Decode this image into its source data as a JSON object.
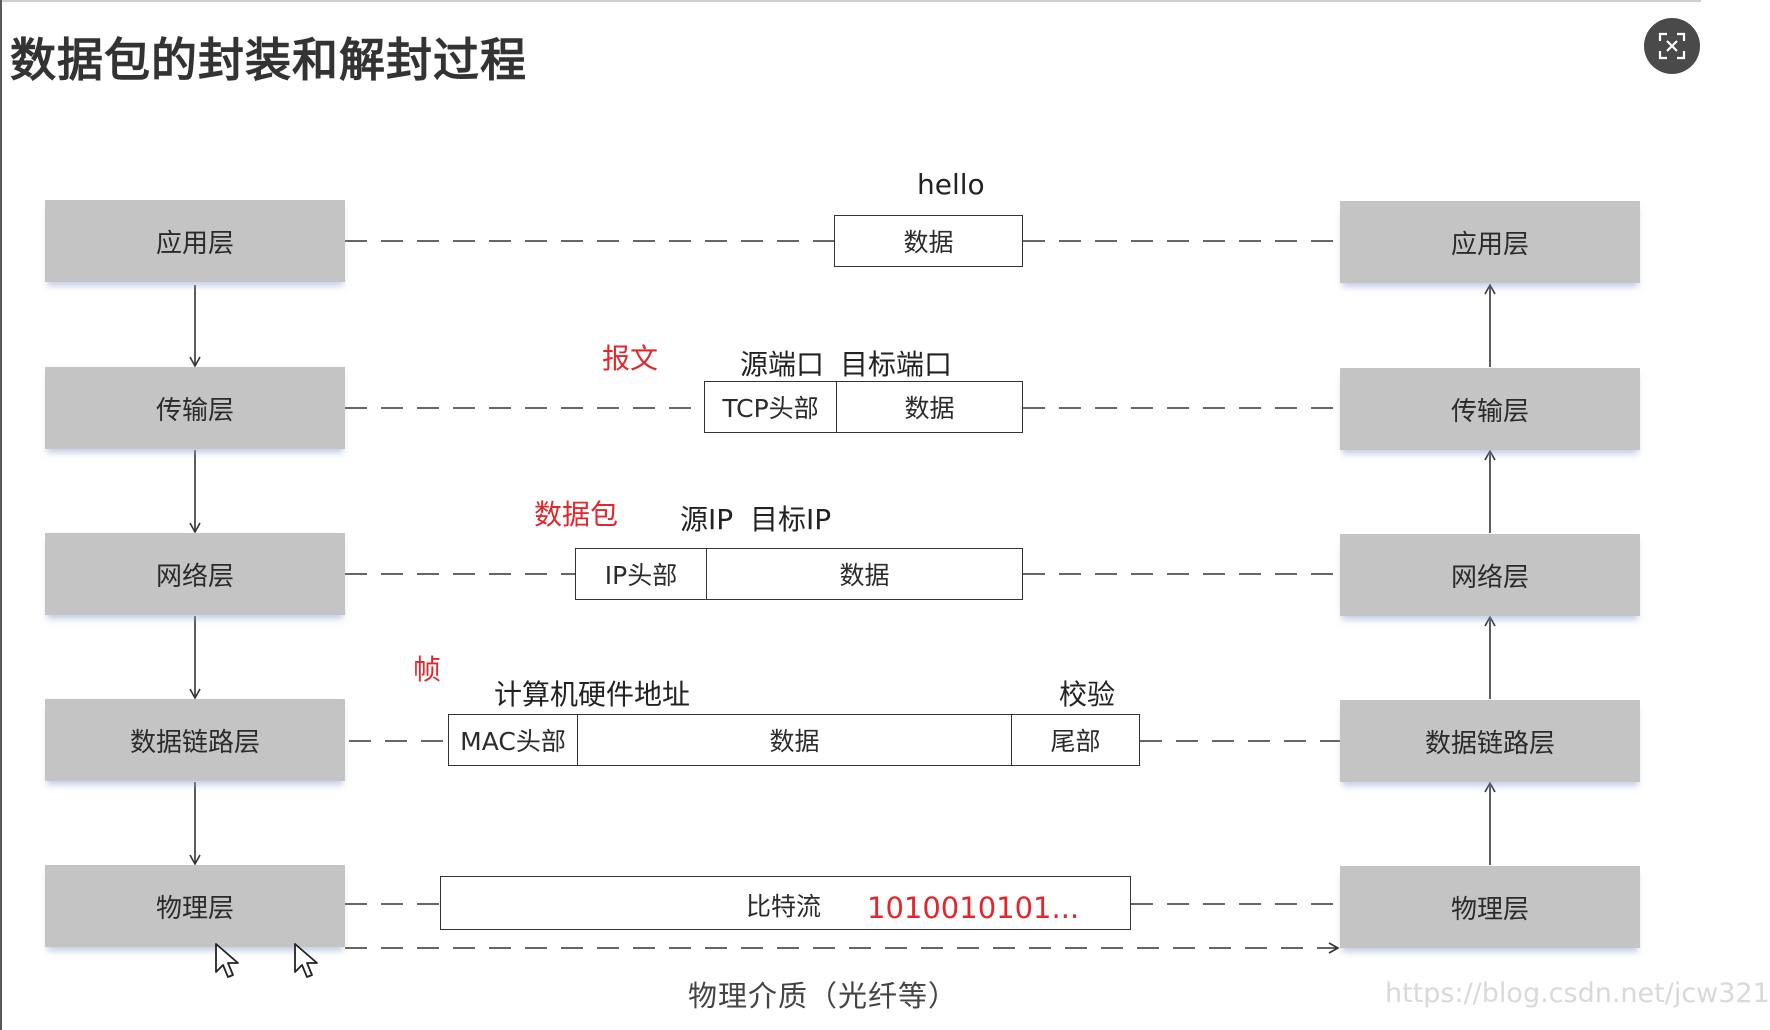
{
  "title": "数据包的封装和解封过程",
  "left_layers": [
    "应用层",
    "传输层",
    "网络层",
    "数据链路层",
    "物理层"
  ],
  "right_layers": [
    "应用层",
    "传输层",
    "网络层",
    "数据链路层",
    "物理层"
  ],
  "application": {
    "note": "hello",
    "data": "数据"
  },
  "transport": {
    "unit_name": "报文",
    "header_note": "源端口",
    "data_note": "目标端口",
    "header": "TCP头部",
    "data": "数据"
  },
  "network": {
    "unit_name": "数据包",
    "header_note": "源IP",
    "data_note": "目标IP",
    "header": "IP头部",
    "data": "数据"
  },
  "datalink": {
    "unit_name": "帧",
    "header_note": "计算机硬件地址",
    "trailer_note": "校验",
    "header": "MAC头部",
    "data": "数据",
    "trailer": "尾部"
  },
  "physical": {
    "bits_label": "比特流",
    "bits_value": "1010010101..."
  },
  "medium_label": "物理介质（光纤等）",
  "watermark": "https://blog.csdn.net/jcw321",
  "colors": {
    "layer_fill": "#c4c4c4",
    "annotation_red": "#e2262c",
    "close_button": "#4a4a4a"
  },
  "icons": {
    "close": "close-fullscreen-icon",
    "pointer": "mouse-pointer-icon"
  }
}
